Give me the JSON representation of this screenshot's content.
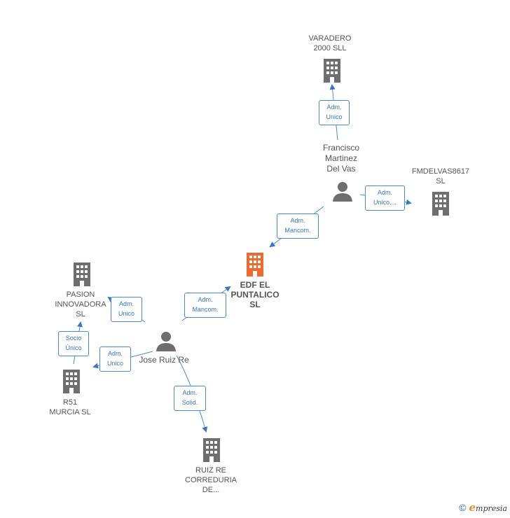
{
  "colors": {
    "edge": "#3a76c4",
    "building": "#6e6e6e",
    "main_building": "#f06a2d",
    "person": "#6e6e6e"
  },
  "nodes": {
    "varadero": {
      "label": "VARADERO\n2000 SLL",
      "icon": "building-icon"
    },
    "francisco": {
      "label": "Francisco\nMartinez\nDel Vas",
      "icon": "person-icon"
    },
    "fmdelvas": {
      "label": "FMDELVAS8617\nSL",
      "icon": "building-icon"
    },
    "edf": {
      "label": "EDF EL\nPUNTALICO\nSL",
      "icon": "building-icon"
    },
    "pasion": {
      "label": "PASION\nINNOVADORA\nSL",
      "icon": "building-icon"
    },
    "jose": {
      "label": "Jose Ruiz Re",
      "icon": "person-icon"
    },
    "r51": {
      "label": "R51\nMURCIA  SL",
      "icon": "building-icon"
    },
    "ruiz": {
      "label": "RUIZ RE\nCORREDURIA\nDE...",
      "icon": "building-icon"
    }
  },
  "edges": {
    "francisco_varadero": "Adm.\nUnico",
    "francisco_fmdelvas": "Adm.\nUnico,...",
    "francisco_edf": "Adm.\nMancom.",
    "jose_edf": "Adm.\nMancom.",
    "jose_pasion": "Adm.\nUnico",
    "r51_pasion": "Socio\nÚnico",
    "jose_r51": "Adm.\nUnico",
    "jose_ruiz": "Adm.\nSolid."
  },
  "footer": {
    "copyright": "©",
    "brand_initial": "e",
    "brand_rest": "mpresia"
  }
}
